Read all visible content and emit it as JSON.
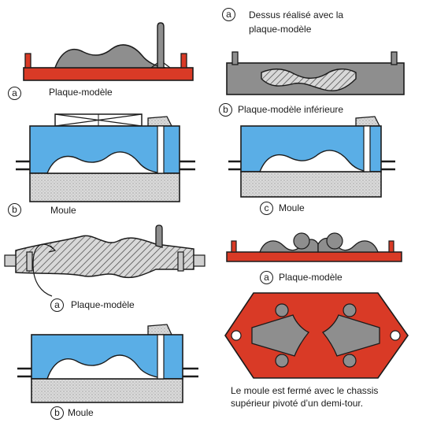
{
  "labels": {
    "top_left_letter": "a",
    "top_left_text": "Plaque-modèle",
    "top_right_letter": "a",
    "top_right_line1": "Dessus réalisé avec la",
    "top_right_line2": "plaque-modèle",
    "inferior_letter": "b",
    "inferior_text": "Plaque-modèle inférieure",
    "moule_b_letter": "b",
    "moule_b_text": "Moule",
    "moule_c_letter": "c",
    "moule_c_text": "Moule",
    "mid_left_letter": "a",
    "mid_left_text": "Plaque-modèle",
    "mid_right_letter": "a",
    "mid_right_text": "Plaque-modèle",
    "bottom_left_letter": "b",
    "bottom_left_text": "Moule",
    "caption_line1": "Le moule est fermé avec le chassis",
    "caption_line2": "supérieur pivoté d’un demi-tour."
  },
  "colors": {
    "red": "#d93a26",
    "blue": "#5aaee6",
    "sand": "#d2d2d2",
    "gray": "#8e8e8e",
    "outline": "#1b1b1b"
  }
}
